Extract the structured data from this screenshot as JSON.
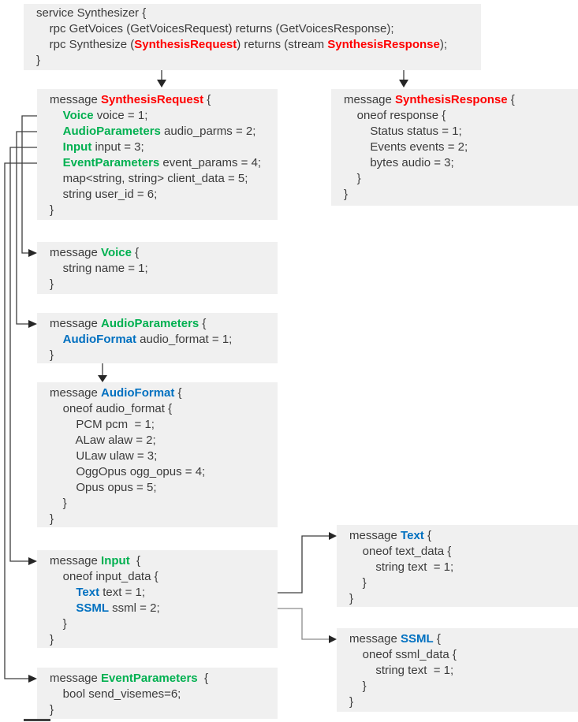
{
  "title": "Synthesizer gRPC service and message diagram",
  "colors": {
    "box_background": "#F0F0F0",
    "code_text": "#3B3B3B",
    "request_response_accent": "#FF0000",
    "request_field_type_accent": "#00B050",
    "nested_type_accent": "#0070C0",
    "connector": "#3D3D3D",
    "connector_light": "#8C8C8C"
  },
  "boxes": {
    "service": {
      "label": "service Synthesizer",
      "lines": [
        [
          [
            "p",
            "service Synthesizer {"
          ]
        ],
        [
          [
            "p",
            "    rpc GetVoices (GetVoicesRequest) returns (GetVoicesResponse);"
          ]
        ],
        [
          [
            "p",
            "    rpc Synthesize ("
          ],
          [
            "r",
            "SynthesisRequest"
          ],
          [
            "p",
            ") returns (stream "
          ],
          [
            "r",
            "SynthesisResponse"
          ],
          [
            "p",
            ");"
          ]
        ],
        [
          [
            "p",
            "}"
          ]
        ]
      ]
    },
    "synthesisRequest": {
      "label": "message SynthesisRequest",
      "lines": [
        [
          [
            "p",
            "message "
          ],
          [
            "r",
            "SynthesisRequest"
          ],
          [
            "p",
            " {"
          ]
        ],
        [
          [
            "p",
            "    "
          ],
          [
            "g",
            "Voice"
          ],
          [
            "p",
            " voice = 1;"
          ]
        ],
        [
          [
            "p",
            "    "
          ],
          [
            "g",
            "AudioParameters"
          ],
          [
            "p",
            " audio_parms = 2;"
          ]
        ],
        [
          [
            "p",
            "    "
          ],
          [
            "g",
            "Input"
          ],
          [
            "p",
            " input = 3;"
          ]
        ],
        [
          [
            "p",
            "    "
          ],
          [
            "g",
            "EventParameters"
          ],
          [
            "p",
            " event_params = 4;"
          ]
        ],
        [
          [
            "p",
            "    map<string, string> client_data = 5;"
          ]
        ],
        [
          [
            "p",
            "    string user_id = 6;"
          ]
        ],
        [
          [
            "p",
            "}"
          ]
        ]
      ]
    },
    "synthesisResponse": {
      "label": "message SynthesisResponse",
      "lines": [
        [
          [
            "p",
            "message "
          ],
          [
            "r",
            "SynthesisResponse"
          ],
          [
            "p",
            " {"
          ]
        ],
        [
          [
            "p",
            "    oneof response {"
          ]
        ],
        [
          [
            "p",
            "        Status status = 1;"
          ]
        ],
        [
          [
            "p",
            "        Events events = 2;"
          ]
        ],
        [
          [
            "p",
            "        bytes audio = 3;"
          ]
        ],
        [
          [
            "p",
            "    }"
          ]
        ],
        [
          [
            "p",
            "}"
          ]
        ]
      ]
    },
    "voice": {
      "label": "message Voice",
      "lines": [
        [
          [
            "p",
            "message "
          ],
          [
            "g",
            "Voice"
          ],
          [
            "p",
            " {"
          ]
        ],
        [
          [
            "p",
            "    string name = 1;"
          ]
        ],
        [
          [
            "p",
            "}"
          ]
        ]
      ]
    },
    "audioParameters": {
      "label": "message AudioParameters",
      "lines": [
        [
          [
            "p",
            "message "
          ],
          [
            "g",
            "AudioParameters"
          ],
          [
            "p",
            " {"
          ]
        ],
        [
          [
            "p",
            "    "
          ],
          [
            "b",
            "AudioFormat"
          ],
          [
            "p",
            " audio_format = 1;"
          ]
        ],
        [
          [
            "p",
            "}"
          ]
        ]
      ]
    },
    "audioFormat": {
      "label": "message AudioFormat",
      "lines": [
        [
          [
            "p",
            "message "
          ],
          [
            "b",
            "AudioFormat"
          ],
          [
            "p",
            " {"
          ]
        ],
        [
          [
            "p",
            "    oneof audio_format {"
          ]
        ],
        [
          [
            "p",
            "        PCM pcm  = 1;"
          ]
        ],
        [
          [
            "p",
            "        ALaw alaw = 2;"
          ]
        ],
        [
          [
            "p",
            "        ULaw ulaw = 3;"
          ]
        ],
        [
          [
            "p",
            "        OggOpus ogg_opus = 4;"
          ]
        ],
        [
          [
            "p",
            "        Opus opus = 5;"
          ]
        ],
        [
          [
            "p",
            "    }"
          ]
        ],
        [
          [
            "p",
            "}"
          ]
        ]
      ]
    },
    "input": {
      "label": "message Input",
      "lines": [
        [
          [
            "p",
            "message "
          ],
          [
            "g",
            "Input"
          ],
          [
            "p",
            "  {"
          ]
        ],
        [
          [
            "p",
            "    oneof input_data {"
          ]
        ],
        [
          [
            "p",
            "        "
          ],
          [
            "b",
            "Text"
          ],
          [
            "p",
            " text = 1;"
          ]
        ],
        [
          [
            "p",
            "        "
          ],
          [
            "b",
            "SSML"
          ],
          [
            "p",
            " ssml = 2;"
          ]
        ],
        [
          [
            "p",
            "    }"
          ]
        ],
        [
          [
            "p",
            "}"
          ]
        ]
      ]
    },
    "eventParameters": {
      "label": "message EventParameters",
      "lines": [
        [
          [
            "p",
            "message "
          ],
          [
            "g",
            "EventParameters"
          ],
          [
            "p",
            "  {"
          ]
        ],
        [
          [
            "p",
            "    bool send_visemes=6;"
          ]
        ],
        [
          [
            "p",
            "}"
          ]
        ]
      ]
    },
    "text": {
      "label": "message Text",
      "lines": [
        [
          [
            "p",
            "message "
          ],
          [
            "b",
            "Text"
          ],
          [
            "p",
            " {"
          ]
        ],
        [
          [
            "p",
            "    oneof text_data {"
          ]
        ],
        [
          [
            "p",
            "        string text  = 1;"
          ]
        ],
        [
          [
            "p",
            "    }"
          ]
        ],
        [
          [
            "p",
            "}"
          ]
        ]
      ]
    },
    "ssml": {
      "label": "message SSML",
      "lines": [
        [
          [
            "p",
            "message "
          ],
          [
            "b",
            "SSML"
          ],
          [
            "p",
            " {"
          ]
        ],
        [
          [
            "p",
            "    oneof ssml_data {"
          ]
        ],
        [
          [
            "p",
            "        string text  = 1;"
          ]
        ],
        [
          [
            "p",
            "    }"
          ]
        ],
        [
          [
            "p",
            "}"
          ]
        ]
      ]
    }
  },
  "connectors": [
    {
      "from": "Synthesize rpc argument SynthesisRequest",
      "to": "message SynthesisRequest"
    },
    {
      "from": "Synthesize rpc stream SynthesisResponse",
      "to": "message SynthesisResponse"
    },
    {
      "from": "SynthesisRequest field voice",
      "to": "message Voice"
    },
    {
      "from": "SynthesisRequest field audio_parms",
      "to": "message AudioParameters"
    },
    {
      "from": "SynthesisRequest field input",
      "to": "message Input"
    },
    {
      "from": "SynthesisRequest field event_params",
      "to": "message EventParameters"
    },
    {
      "from": "AudioParameters field audio_format",
      "to": "message AudioFormat"
    },
    {
      "from": "Input field text",
      "to": "message Text"
    },
    {
      "from": "Input field ssml",
      "to": "message SSML"
    }
  ]
}
